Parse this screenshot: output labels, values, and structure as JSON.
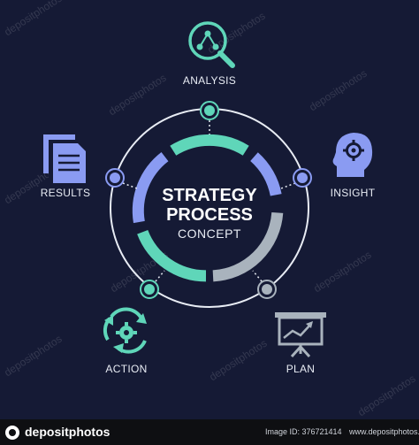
{
  "title_line1": "STRATEGY",
  "title_line2": "PROCESS",
  "subtitle": "CONCEPT",
  "steps": {
    "analysis": "ANALYSIS",
    "insight": "INSIGHT",
    "plan": "PLAN",
    "action": "ACTION",
    "results": "RESULTS"
  },
  "watermark": "depositphotos",
  "footer": {
    "brand": "depositphotos",
    "image_id_label": "Image ID: 376721414",
    "site": "www.depositphotos.com"
  },
  "colors": {
    "background": "#151a35",
    "teal": "#5fd6b9",
    "blue": "#8a9bf2",
    "gray": "#a9b3bd",
    "ring": "#e8ecf4"
  },
  "icons": {
    "analysis": "magnifier-network-icon",
    "insight": "head-gear-icon",
    "plan": "presentation-chart-icon",
    "action": "cycle-gear-icon",
    "results": "documents-icon"
  }
}
